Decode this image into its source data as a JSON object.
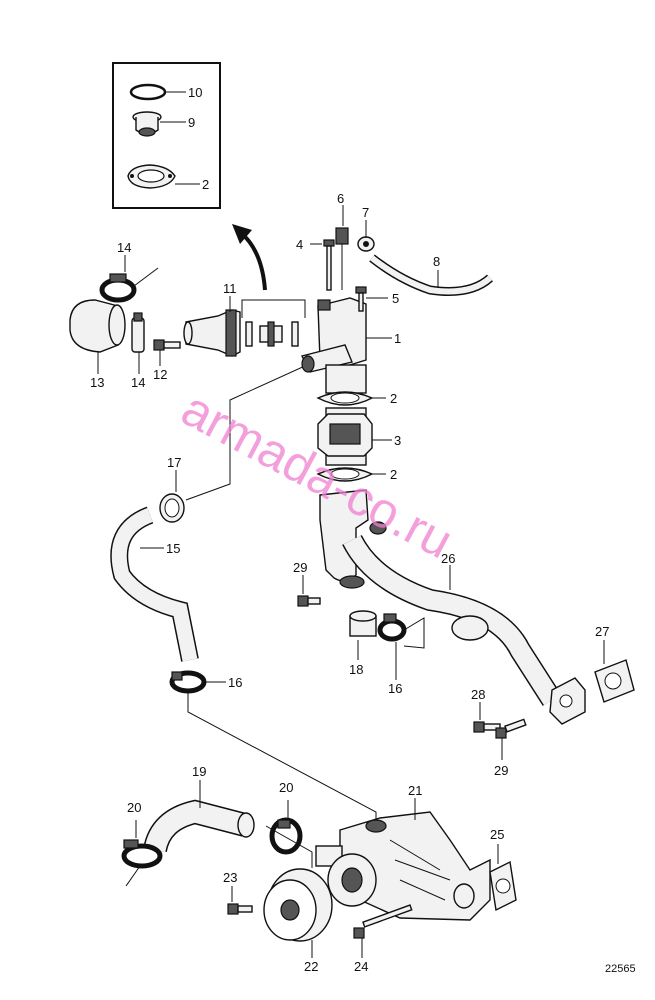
{
  "diagram": {
    "reference_number": "22565",
    "watermark": "armada-co.ru",
    "callouts": [
      {
        "id": "10",
        "text": "10"
      },
      {
        "id": "9",
        "text": "9"
      },
      {
        "id": "2a",
        "text": "2"
      },
      {
        "id": "6",
        "text": "6"
      },
      {
        "id": "7",
        "text": "7"
      },
      {
        "id": "4",
        "text": "4"
      },
      {
        "id": "8",
        "text": "8"
      },
      {
        "id": "14a",
        "text": "14"
      },
      {
        "id": "11",
        "text": "11"
      },
      {
        "id": "5",
        "text": "5"
      },
      {
        "id": "1",
        "text": "1"
      },
      {
        "id": "13",
        "text": "13"
      },
      {
        "id": "14b",
        "text": "14"
      },
      {
        "id": "12",
        "text": "12"
      },
      {
        "id": "2b",
        "text": "2"
      },
      {
        "id": "3",
        "text": "3"
      },
      {
        "id": "17",
        "text": "17"
      },
      {
        "id": "2c",
        "text": "2"
      },
      {
        "id": "15",
        "text": "15"
      },
      {
        "id": "26",
        "text": "26"
      },
      {
        "id": "29a",
        "text": "29"
      },
      {
        "id": "27",
        "text": "27"
      },
      {
        "id": "18",
        "text": "18"
      },
      {
        "id": "16a",
        "text": "16"
      },
      {
        "id": "16b",
        "text": "16"
      },
      {
        "id": "28",
        "text": "28"
      },
      {
        "id": "29b",
        "text": "29"
      },
      {
        "id": "19",
        "text": "19"
      },
      {
        "id": "20a",
        "text": "20"
      },
      {
        "id": "21",
        "text": "21"
      },
      {
        "id": "20b",
        "text": "20"
      },
      {
        "id": "25",
        "text": "25"
      },
      {
        "id": "23",
        "text": "23"
      },
      {
        "id": "22",
        "text": "22"
      },
      {
        "id": "24",
        "text": "24"
      }
    ]
  }
}
